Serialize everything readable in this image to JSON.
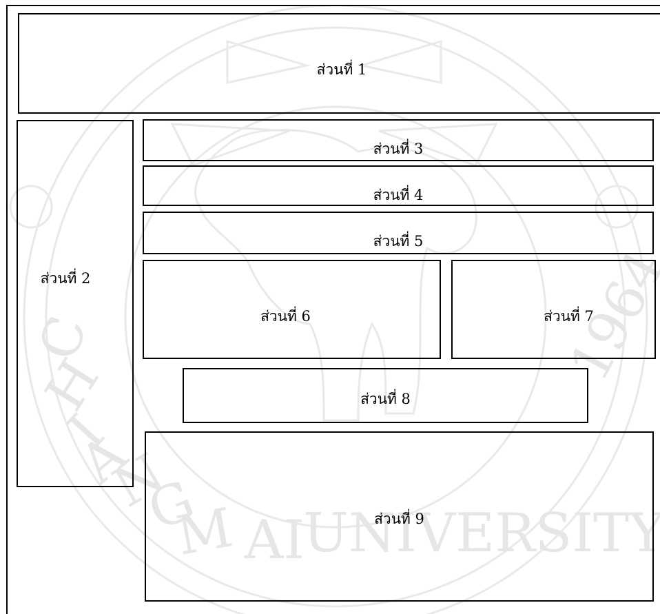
{
  "sections": {
    "s1": "ส่วนที่ 1",
    "s2": "ส่วนที่ 2",
    "s3": "ส่วนที่ 3",
    "s4": "ส่วนที่ 4",
    "s5": "ส่วนที่ 5",
    "s6": "ส่วนที่ 6",
    "s7": "ส่วนที่ 7",
    "s8": "ส่วนที่ 8",
    "s9": "ส่วนที่ 9"
  },
  "watermark": {
    "arc_text_left": "CHIANG MAI UNIVERSITY",
    "year": "1964",
    "color": "#e6e6e6"
  },
  "colors": {
    "border": "#000000",
    "background": "#ffffff"
  }
}
